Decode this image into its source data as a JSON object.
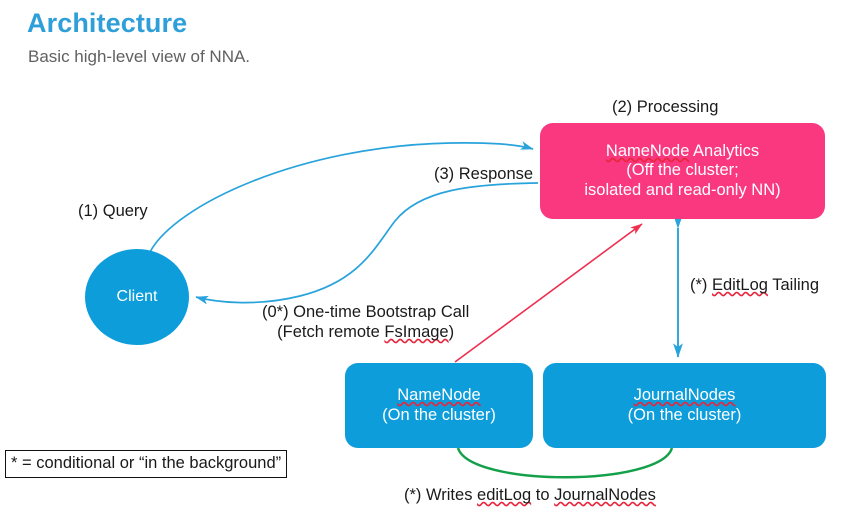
{
  "header": {
    "title": "Architecture",
    "subtitle": "Basic high-level view of NNA.",
    "title_color": "#2f9fd9",
    "subtitle_color": "#606060"
  },
  "nodes": {
    "nna": {
      "line1_a": "NameNode",
      "line1_b": " Analytics",
      "line2": "(Off the cluster;",
      "line3": "isolated and read-only NN)",
      "color": "#f9387f"
    },
    "client": {
      "label": "Client",
      "color": "#0d9ddb"
    },
    "namenode": {
      "line1": "NameNode",
      "line2": "(On the cluster)",
      "color": "#0d9ddb"
    },
    "journalnodes": {
      "line1": "JournalNodes",
      "line2": "(On the cluster)",
      "color": "#0d9ddb"
    }
  },
  "edges": {
    "processing": "(2) Processing",
    "query": "(1) Query",
    "response": "(3) Response",
    "editlog_tailing_a": "(*) ",
    "editlog_tailing_b": "EditLog",
    "editlog_tailing_c": " Tailing",
    "bootstrap_line1": "(0*) One-time Bootstrap Call",
    "bootstrap_line2_a": "(Fetch remote ",
    "bootstrap_line2_b": "FsImage",
    "bootstrap_line2_c": ")",
    "writes_a": "(*) Writes ",
    "writes_b": "editLog",
    "writes_c": " to ",
    "writes_d": "JournalNodes"
  },
  "legend": {
    "text": "* = conditional or “in the background”"
  },
  "colors": {
    "blue_arrow": "#29a3dc",
    "red_arrow": "#ef2f50",
    "green_arrow": "#14a04a",
    "node_blue": "#0d9ddb",
    "node_pink": "#f9387f",
    "spellcheck_red": "#e8253c"
  }
}
